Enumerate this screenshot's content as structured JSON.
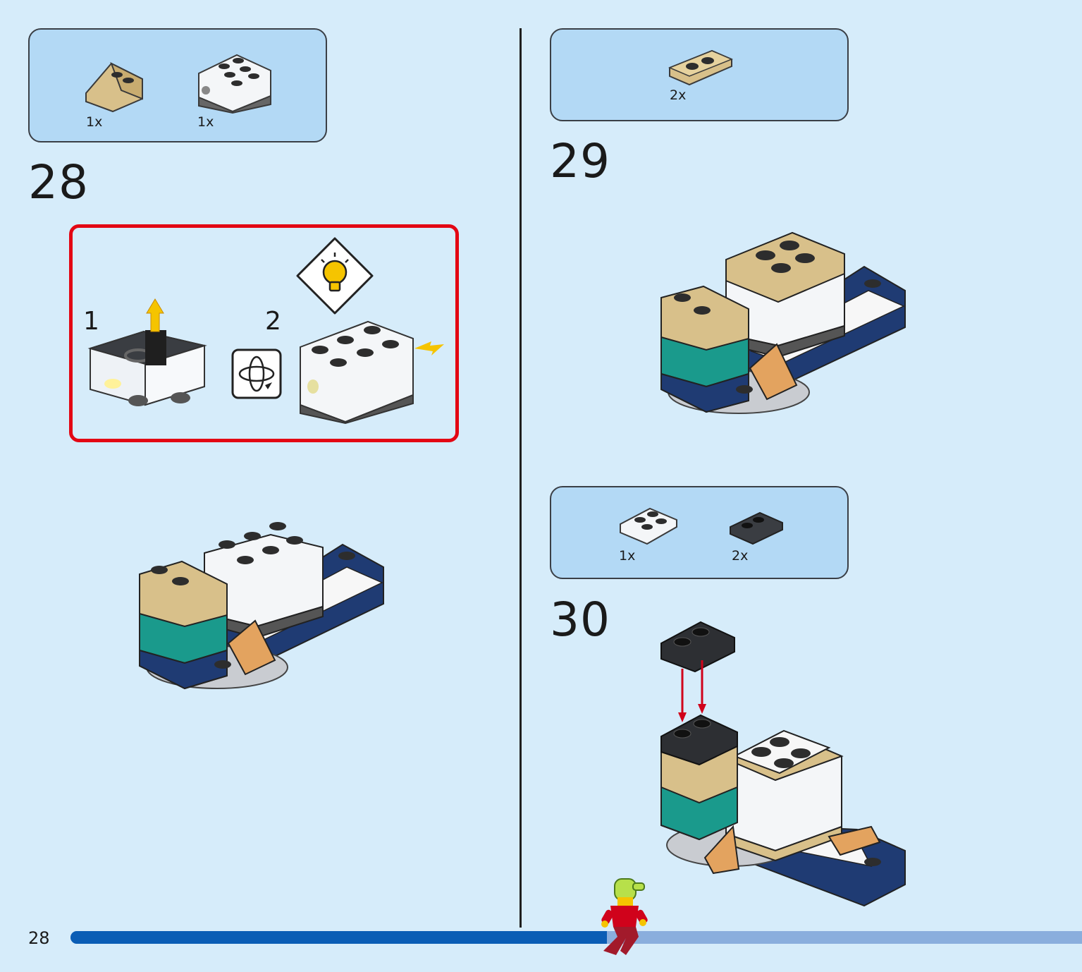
{
  "page": {
    "number": "28",
    "progress": 0.53
  },
  "colors": {
    "background": "#d6ecfa",
    "parts_box": "#b3d9f5",
    "callout_border": "#e30613",
    "progress_fill": "#0a5db5",
    "progress_track": "#8aaedd"
  },
  "steps": [
    {
      "number": "28",
      "parts": [
        {
          "qty": "1x",
          "part": "tan-slope-brick-icon"
        },
        {
          "qty": "1x",
          "part": "light-brick-icon"
        }
      ],
      "callout": {
        "substeps": [
          {
            "number": "1",
            "icon": "remove-battery-cover-icon"
          },
          {
            "number": "2",
            "icon": "rotate-icon"
          }
        ],
        "hint_icon": "lightbulb-icon"
      },
      "model_icon": "model-assembly-icon"
    },
    {
      "number": "29",
      "parts": [
        {
          "qty": "2x",
          "part": "tan-plate-1x2-icon"
        }
      ],
      "model_icon": "model-assembly-icon"
    },
    {
      "number": "30",
      "parts": [
        {
          "qty": "1x",
          "part": "white-plate-2x2-icon"
        },
        {
          "qty": "2x",
          "part": "dark-grey-grille-plate-icon"
        }
      ],
      "model_icon": "model-assembly-icon"
    }
  ],
  "mascot_icon": "minifigure-icon"
}
